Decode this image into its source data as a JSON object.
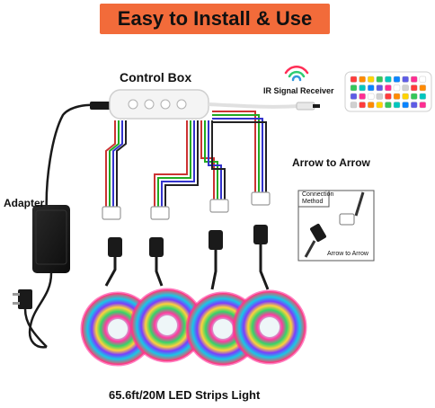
{
  "banner": {
    "title": "Easy to Install & Use"
  },
  "labels": {
    "control_box": "Control Box",
    "ir_receiver": "IR Signal Receiver",
    "arrow_to_arrow": "Arrow to Arrow",
    "adapter": "Adapter",
    "connection_method": "Connection\nMethod",
    "inset_arrow": "Arrow to Arrow",
    "strip_caption": "65.6ft/20M LED Strips Light"
  },
  "colors": {
    "banner_bg": "#f26b3a",
    "cable_black": "#1a1a1a",
    "box_white": "#f4f4f4"
  }
}
